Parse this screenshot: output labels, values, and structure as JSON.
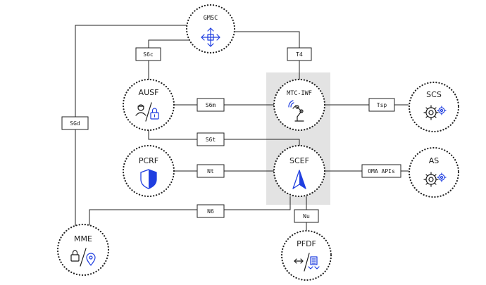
{
  "nodes": {
    "gmsc": "GMSC",
    "ausf": "AUSF",
    "mtc_iwf": "MTC-IWF",
    "scs": "SCS",
    "pcrf": "PCRF",
    "scef": "SCEF",
    "as": "AS",
    "mme": "MME",
    "pfdf": "PFDF"
  },
  "interfaces": {
    "s6c": "S6c",
    "t4": "T4",
    "s6gd": "SGd",
    "s6m": "S6m",
    "tsp": "Tsp",
    "s6t": "S6t",
    "nt": "Nt",
    "oma_apis": "OMA APIs",
    "n6": "N6",
    "nu": "Nu"
  },
  "colors": {
    "accent": "#1f3ee0",
    "highlight_region": "#e3e3e3",
    "line": "#222222"
  },
  "icons": {
    "gmsc": "move-arrows-icon",
    "ausf": "user-slash-lock-icon",
    "mtc_iwf": "robot-arm-wireless-icon",
    "scs": "gears-icon",
    "pcrf": "shield-icon",
    "scef": "navigation-arrow-icon",
    "as": "gears-icon",
    "mme": "lock-slash-location-icon",
    "pfdf": "arrows-slash-filter-icon"
  }
}
